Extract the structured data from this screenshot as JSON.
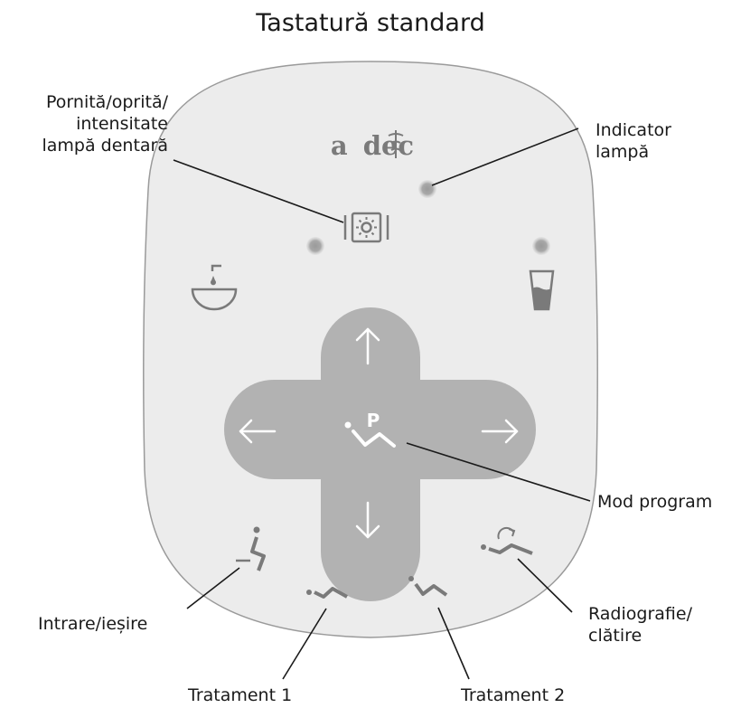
{
  "title": "Tastatură standard",
  "brand": {
    "left": "a",
    "right": "dec"
  },
  "labels": {
    "lamp_power": [
      "Pornită/oprită/",
      "intensitate",
      "lampă dentară"
    ],
    "lamp_indicator": [
      "Indicator",
      "lampă"
    ],
    "program_mode": [
      "Mod program"
    ],
    "entry_exit": [
      "Intrare/ieșire"
    ],
    "xray_rinse": [
      "Radiografie/",
      "clătire"
    ],
    "treatment1": [
      "Tratament 1"
    ],
    "treatment2": [
      "Tratament 2"
    ]
  },
  "program_letter": "P",
  "colors": {
    "pad_fill": "#ececec",
    "pad_stroke": "#9a9a9a",
    "cross_fill": "#b2b2b2",
    "icon": "#7a7a7a",
    "led": "#a4a4a4",
    "arrow": "#ffffff"
  }
}
